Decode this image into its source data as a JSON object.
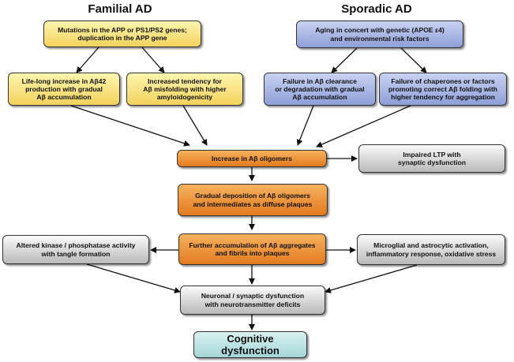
{
  "titles": {
    "familial": "Familial AD",
    "sporadic": "Sporadic AD"
  },
  "boxes": {
    "mutations": "Mutations in the APP or PS1/PS2 genes;\nduplication in the APP gene",
    "aging": "Aging in concert with genetic (APOE ε4)\nand environmental risk factors",
    "lifelong": "Life-long increase in Aβ42\nproduction with gradual\nAβ accumulation",
    "tendency": "Increased tendency for\nAβ misfolding with higher\namyloidogenicity",
    "clearance": "Failure in Aβ clearance\nor degradation with gradual\nAβ accumulation",
    "chaperones": "Failure of chaperones or factors\npromoting correct Aβ folding with\nhigher tendency for aggregation",
    "oligomers": "Increase in Aβ oligomers",
    "ltp": "Impaired LTP with\nsynaptic dysfunction",
    "deposition": "Gradual deposition of Aβ oligomers\nand intermediates as diffuse plaques",
    "accumulation": "Further accumulation of Aβ aggregates\nand fibrils into plaques",
    "kinase": "Altered kinase / phosphatase activity\nwith tangle formation",
    "microglial": "Microglial and astrocytic activation,\ninflammatory response, oxidative stress",
    "neuronal": "Neuronal / synaptic dysfunction\nwith neurotransmitter deficits",
    "cognitive": "Cognitive dysfunction"
  },
  "colors": {
    "familial_fill": "#f5dc78",
    "sporadic_fill": "#9fb0e2",
    "core_fill": "#e8892e",
    "side_fill": "#d0d0d0",
    "outcome_fill": "#bfe3e3"
  }
}
